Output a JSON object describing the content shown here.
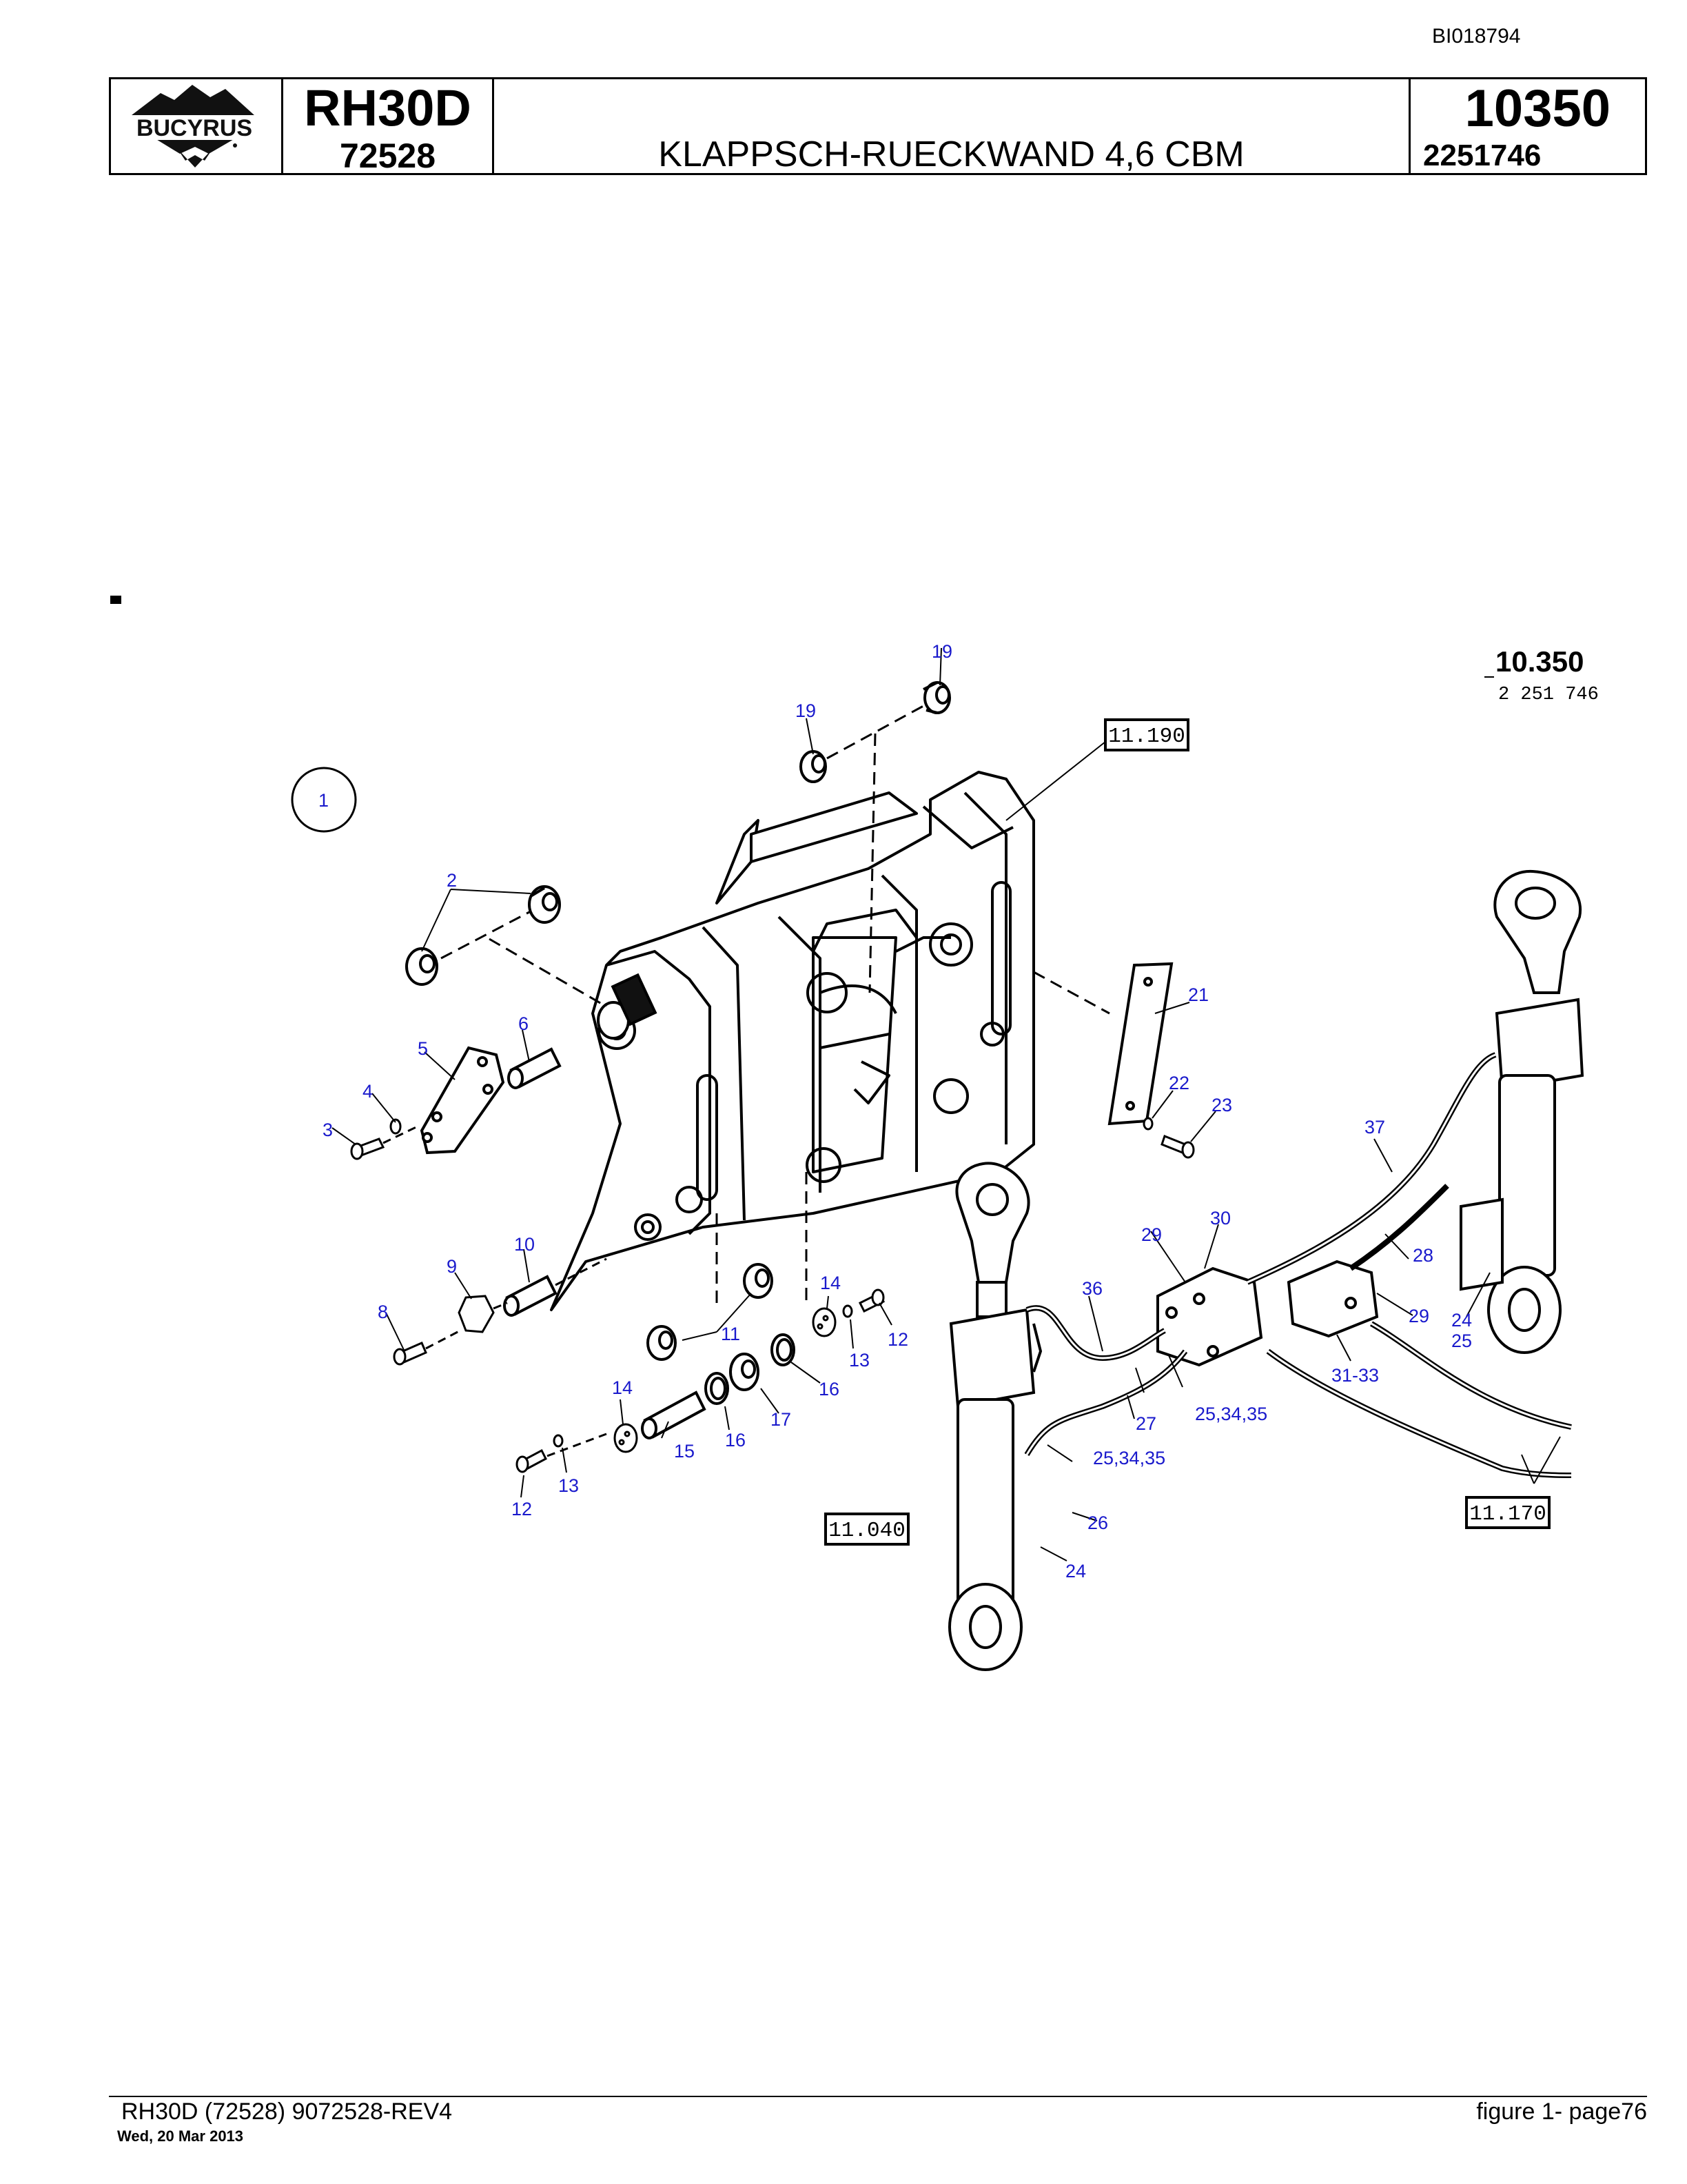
{
  "document_id": "BI018794",
  "header": {
    "brand": "BUCYRUS",
    "model": "RH30D",
    "serial": "72528",
    "title": "KLAPPSCH-RUECKWAND 4,6 CBM",
    "figure_number": "10350",
    "part_number": "2251746"
  },
  "drawing": {
    "stamp_main": "10.350",
    "stamp_sub": "2 251 746",
    "ref_boxes": {
      "r11190": "11.190",
      "r11040": "11.040",
      "r11170": "11.170"
    },
    "callouts": {
      "c1": "1",
      "c2": "2",
      "c3": "3",
      "c4": "4",
      "c5": "5",
      "c6": "6",
      "c8": "8",
      "c9": "9",
      "c10": "10",
      "c11": "11",
      "c12a": "12",
      "c12b": "12",
      "c13a": "13",
      "c13b": "13",
      "c14a": "14",
      "c14b": "14",
      "c15": "15",
      "c16a": "16",
      "c16b": "16",
      "c17": "17",
      "c19a": "19",
      "c19b": "19",
      "c21": "21",
      "c22": "22",
      "c23": "23",
      "c24a": "24",
      "c24b": "24",
      "c25a": "25",
      "c25b": "25,34,35",
      "c25c": "25,34,35",
      "c26": "26",
      "c27": "27",
      "c28": "28",
      "c29a": "29",
      "c29b": "29",
      "c30": "30",
      "c31": "31-33",
      "c36": "36",
      "c37": "37"
    }
  },
  "footer": {
    "left": "RH30D (72528) 9072528-REV4",
    "date": "Wed, 20 Mar 2013",
    "right": "figure  1- page76"
  }
}
